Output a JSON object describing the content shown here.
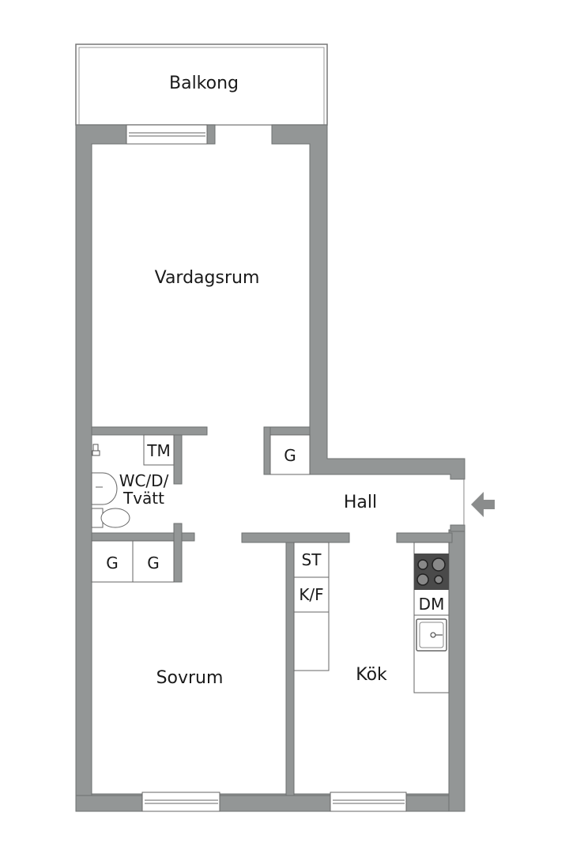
{
  "plan": {
    "wall_color": "#939696",
    "wall_outline": "#6e7070",
    "fixture_line": "#555555",
    "entrance_arrow_color": "#8a8c8c",
    "rooms": {
      "balcony": "Balkong",
      "living_room": "Vardagsrum",
      "hall": "Hall",
      "bedroom": "Sovrum",
      "kitchen": "Kök",
      "bathroom": "WC/D/\nTvätt"
    },
    "fixtures": {
      "dryer": "TM",
      "hall_closet": "G",
      "bedroom_closet_1": "G",
      "bedroom_closet_2": "G",
      "stove_cabinet": "ST",
      "fridge_freezer": "K/F",
      "dishwasher": "DM"
    },
    "entrance": "entrance-arrow"
  }
}
